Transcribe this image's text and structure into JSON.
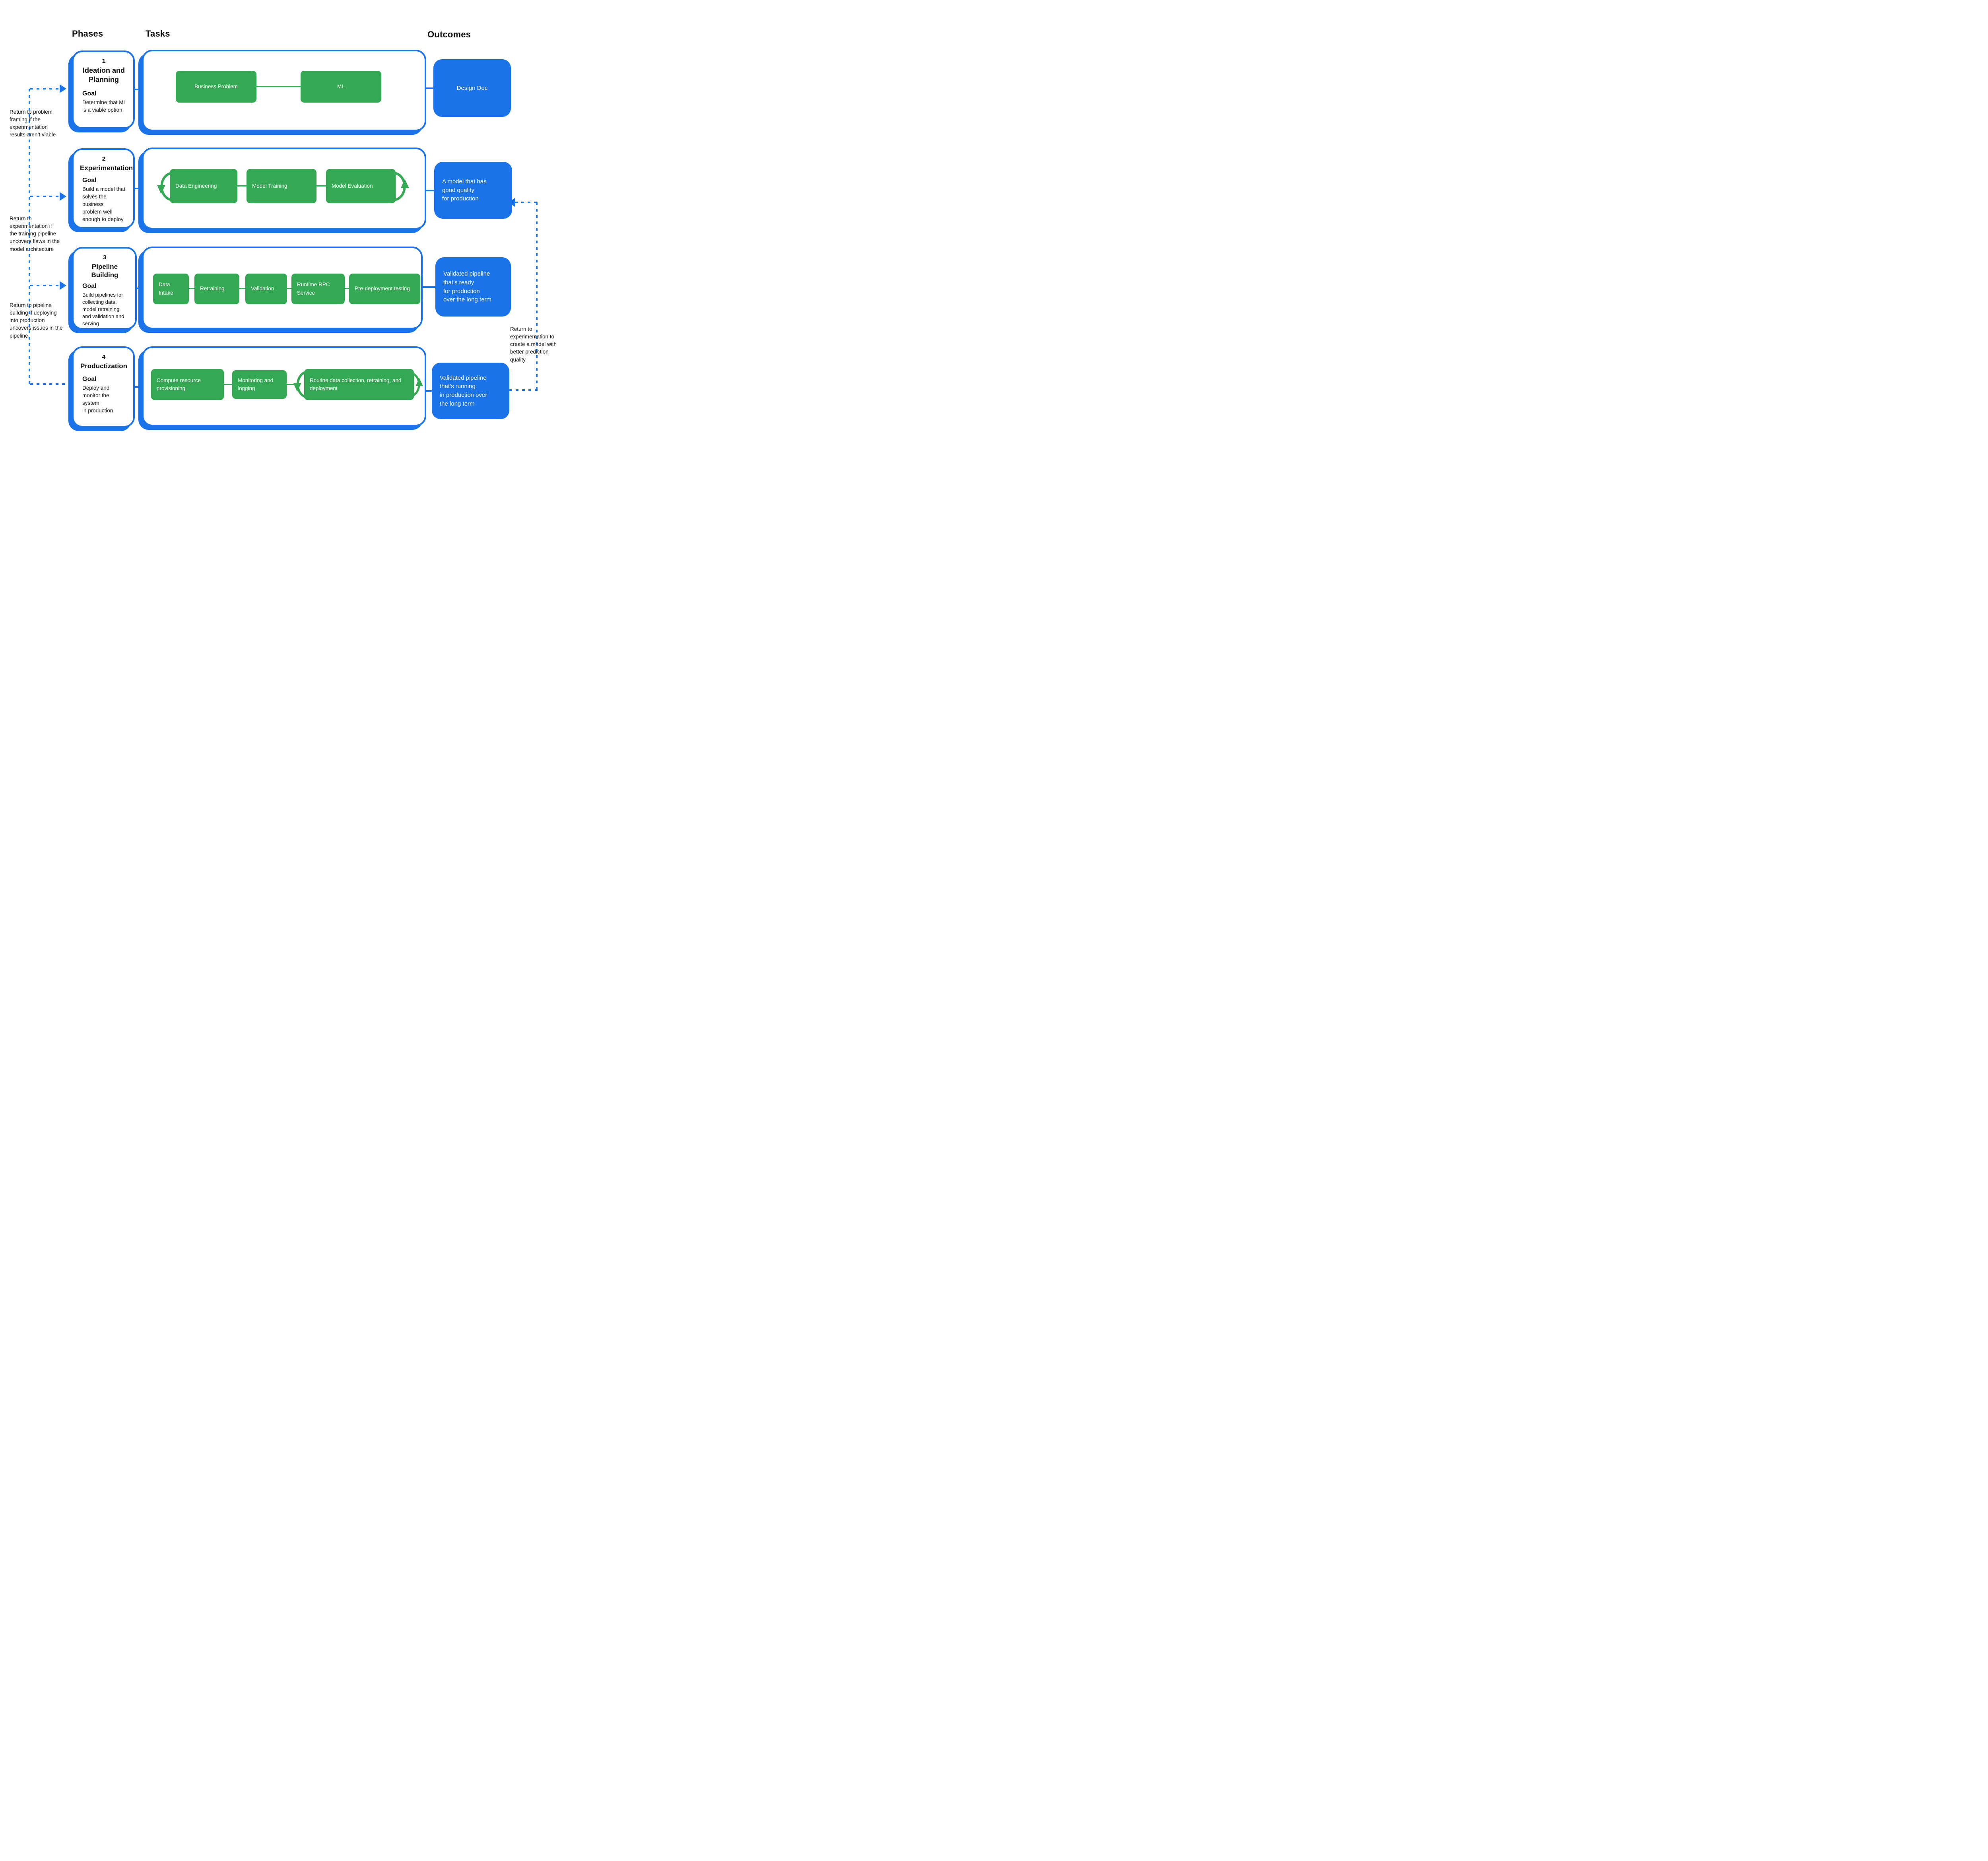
{
  "header": {
    "phases": "Phases",
    "tasks": "Tasks",
    "outcomes": "Outcomes"
  },
  "colors": {
    "accent_blue": "#1A73E8",
    "task_green": "#34A853",
    "text_black": "#111111"
  },
  "phases": [
    {
      "number": "1",
      "title": "Ideation and\nPlanning",
      "goal_label": "Goal",
      "goal": "Determine that ML\nis a viable option",
      "tasks": [
        "Business Problem",
        "ML"
      ],
      "outcome": "Design Doc"
    },
    {
      "number": "2",
      "title": "Experimentation",
      "goal_label": "Goal",
      "goal": "Build a model that\nsolves the business\nproblem well\nenough to deploy",
      "tasks": [
        "Data Engineering",
        "Model Training",
        "Model Evaluation"
      ],
      "outcome": "A model that has\ngood quality\nfor production"
    },
    {
      "number": "3",
      "title": "Pipeline Building",
      "goal_label": "Goal",
      "goal": "Build pipelines for\ncollecting data,\nmodel retraining\nand validation and\nserving",
      "tasks": [
        "Data Intake",
        "Retraining",
        "Validation",
        "Runtime RPC\nService",
        "Pre-deployment\ntesting"
      ],
      "outcome": "Validated pipeline\nthat’s ready\nfor production\nover the long term"
    },
    {
      "number": "4",
      "title": "Productization",
      "goal_label": "Goal",
      "goal": "Deploy and\nmonitor the system\nin production",
      "tasks": [
        "Compute resource\nprovisioning",
        "Monitoring\nand logging",
        "Routine data collection,\nretraining, and deployment"
      ],
      "outcome": "Validated pipeline\nthat’s running\nin production over\nthe long term"
    }
  ],
  "annotations": {
    "left": [
      "Return to problem\nframing if the\nexperimentation\nresults aren’t viable",
      "Return to\nexperimentation if\nthe training pipeline\nuncovers flaws in the\nmodel architecture",
      "Return to pipeline\nbuilding if deploying\ninto production\nuncovers issues in the\npipeline"
    ],
    "right": "Return to\nexperimentation to\ncreate a model with\nbetter prediction\nquality"
  }
}
